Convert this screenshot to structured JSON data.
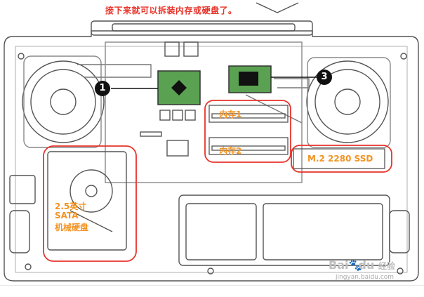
{
  "caption": "接下来就可以拆装内存或硬盘了。",
  "markers": {
    "one": "1",
    "three": "3"
  },
  "labels": {
    "memory1": "内存1",
    "memory2": "内存2",
    "ssd": "M.2 2280 SSD",
    "hdd_line1": "2.5英寸",
    "hdd_line2": "SATA",
    "hdd_line3": "机械硬盘"
  },
  "watermark": {
    "brand": "Bai",
    "brand2": "du",
    "suffix": "经验",
    "url": "jingyan.baidu.com"
  },
  "colors": {
    "highlight_red": "#e8332a",
    "label_orange": "#f39322",
    "chip_green": "#5aa152",
    "line": "#555555"
  }
}
